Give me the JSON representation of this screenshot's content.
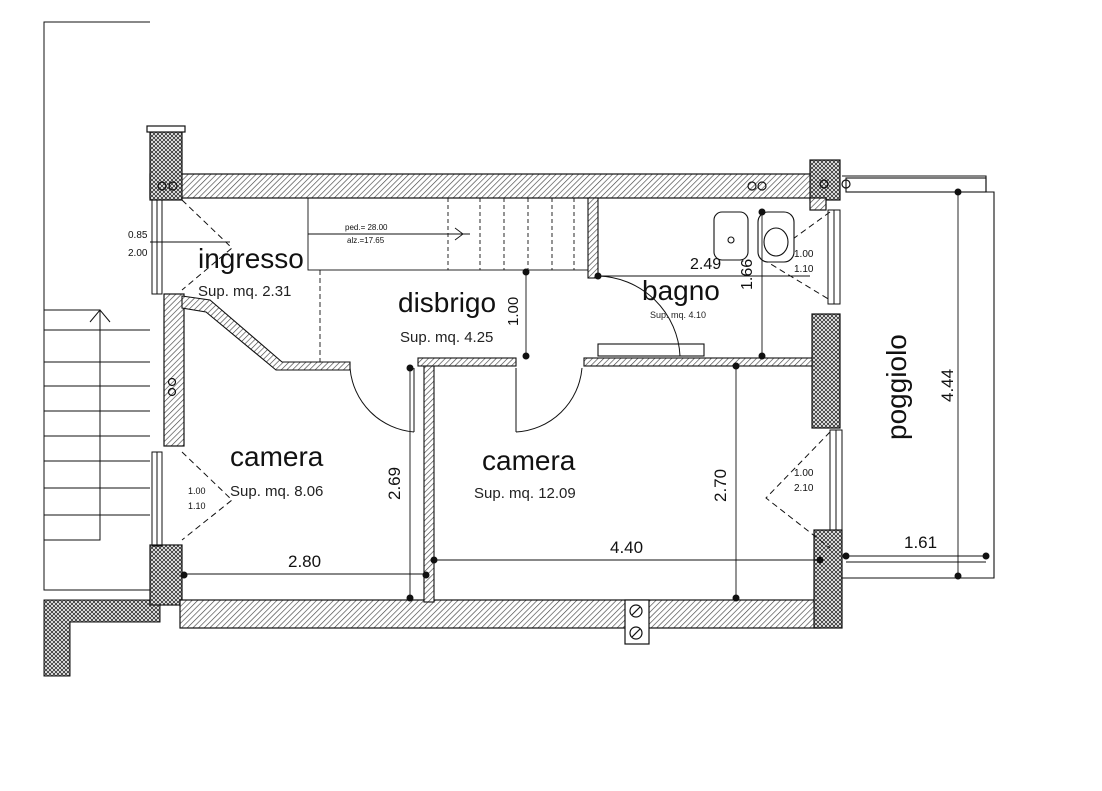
{
  "rooms": {
    "ingresso": {
      "name": "ingresso",
      "area": "Sup. mq. 2.31"
    },
    "disbrigo": {
      "name": "disbrigo",
      "area": "Sup. mq. 4.25"
    },
    "bagno": {
      "name": "bagno",
      "area": "Sup. mq. 4.10"
    },
    "camera_left": {
      "name": "camera",
      "area": "Sup. mq. 8.06"
    },
    "camera_right": {
      "name": "camera",
      "area": "Sup. mq. 12.09"
    },
    "poggiolo": {
      "name": "poggiolo"
    }
  },
  "dimensions": {
    "ingresso_window_w": "0.85",
    "ingresso_window_h": "2.00",
    "stair_ped": "ped.= 28.00",
    "stair_alz": "alz.=17.65",
    "disbrigo_depth": "1.00",
    "bagno_width": "2.49",
    "bagno_depth": "1.66",
    "bagno_window_w": "1.00",
    "bagno_window_h": "1.10",
    "camera_left_window_w": "1.00",
    "camera_left_window_h": "1.10",
    "camera_left_width": "2.80",
    "camera_left_depth": "2.69",
    "camera_right_width": "4.40",
    "camera_right_depth": "2.70",
    "camera_right_door_w": "1.00",
    "camera_right_door_h": "2.10",
    "poggiolo_length": "4.44",
    "poggiolo_depth": "1.61"
  },
  "colors": {
    "line": "#111111",
    "hatch": "#555555"
  }
}
